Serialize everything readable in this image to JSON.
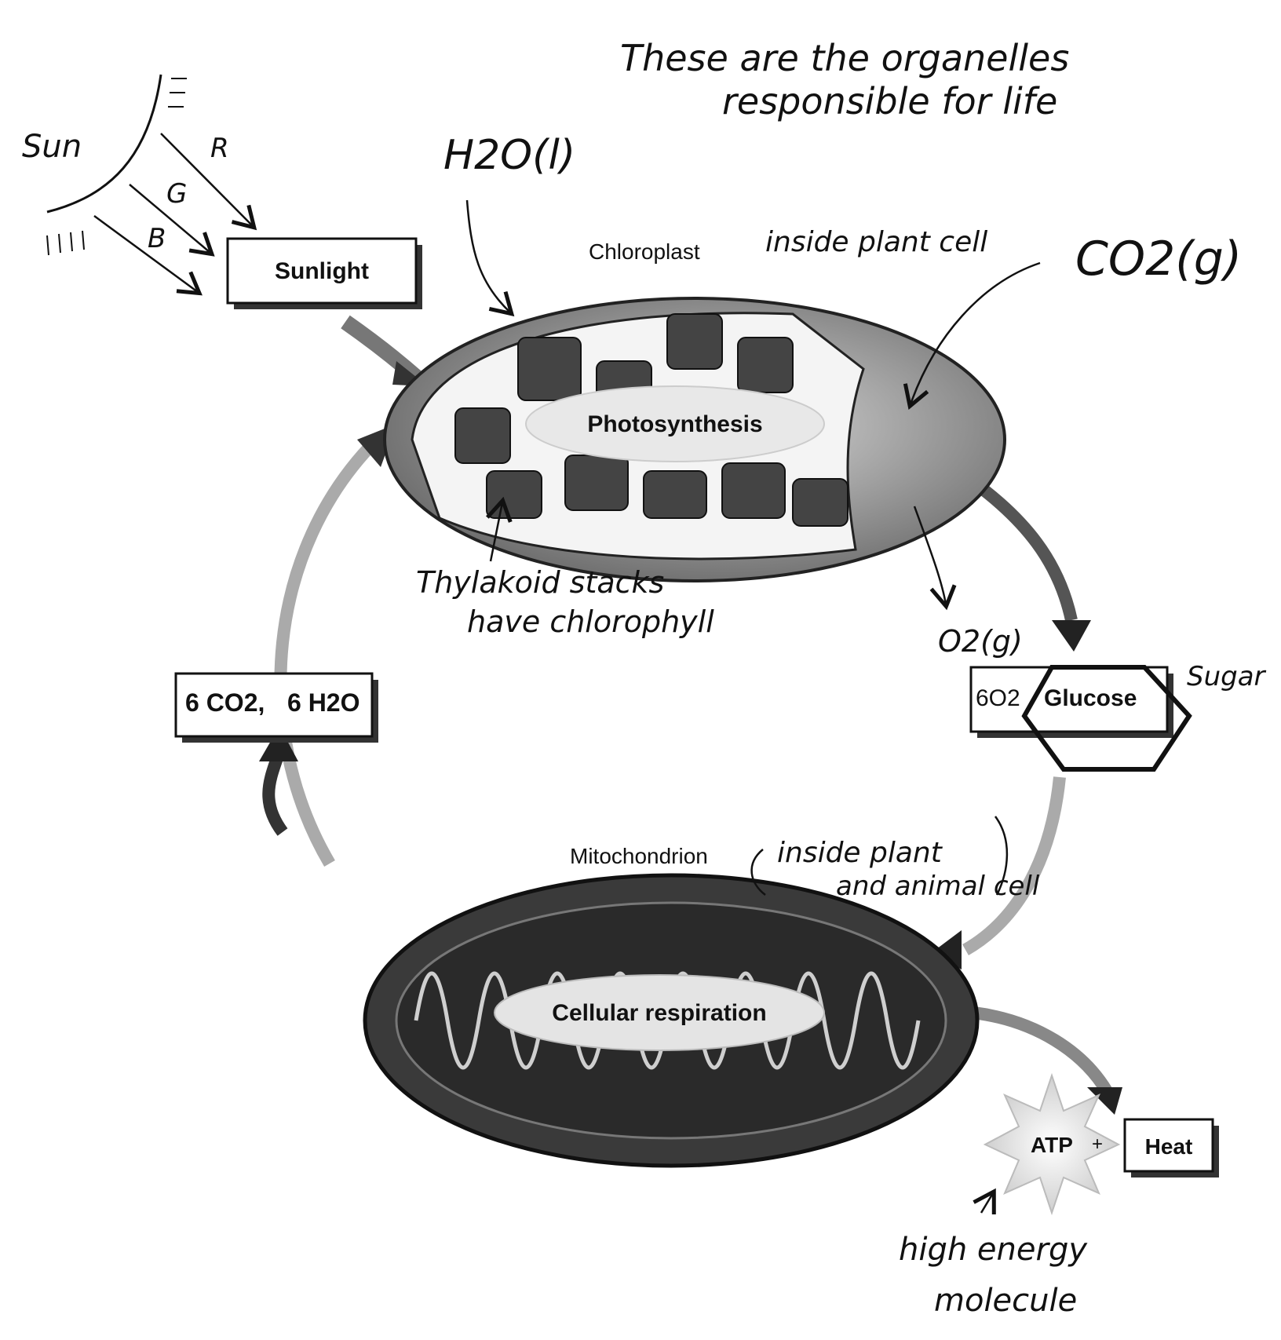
{
  "handwriting": {
    "title_line1": "These are the organelles",
    "title_line2": "responsible for life",
    "sun": "Sun",
    "ray_r": "R",
    "ray_g": "G",
    "ray_b": "B",
    "water": "H2O(l)",
    "co2": "CO2(g)",
    "chloroplast_note": "inside plant cell",
    "thylakoid_line1": "Thylakoid stacks",
    "thylakoid_line2": "have chlorophyll",
    "o2": "O2(g)",
    "sugar": "Sugar",
    "mito_note_line1": "inside plant",
    "mito_note_line2": "and animal cell",
    "atp_note_line1": "high energy",
    "atp_note_line2": "molecule"
  },
  "labels": {
    "sunlight": "Sunlight",
    "chloroplast": "Chloroplast",
    "photosynthesis": "Photosynthesis",
    "reactants_co2": "6 CO2,",
    "reactants_h2o": "6 H2O",
    "products_o2": "6O2",
    "products_glucose": "Glucose",
    "mitochondrion": "Mitochondrion",
    "cellular_respiration": "Cellular respiration",
    "atp": "ATP",
    "plus": "+",
    "heat": "Heat"
  }
}
